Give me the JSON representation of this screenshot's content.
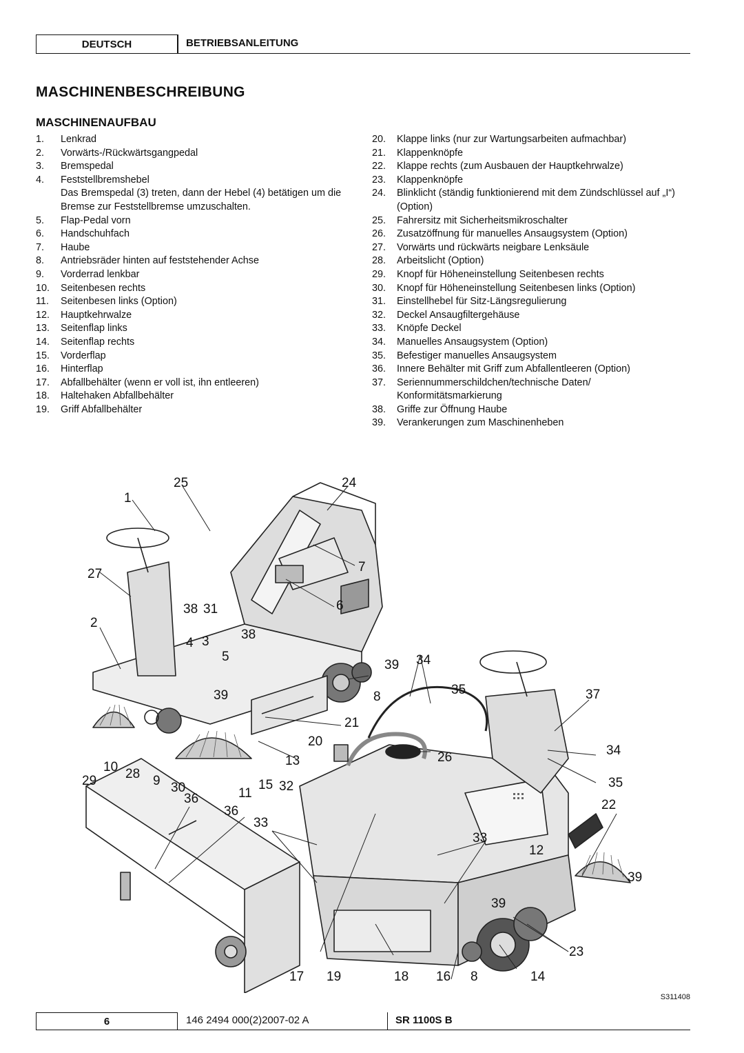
{
  "header": {
    "language": "DEUTSCH",
    "title": "BETRIEBSANLEITUNG"
  },
  "section_title": "MASCHINENBESCHREIBUNG",
  "subsection_title": "MASCHINENAUFBAU",
  "list_left": [
    {
      "n": "1.",
      "t": "Lenkrad"
    },
    {
      "n": "2.",
      "t": "Vorwärts-/Rückwärtsgangpedal"
    },
    {
      "n": "3.",
      "t": "Bremspedal"
    },
    {
      "n": "4.",
      "t": "Feststellbremshebel"
    },
    {
      "n": "",
      "t": "Das Bremspedal (3) treten, dann der Hebel (4) betätigen um die Bremse zur Feststellbremse umzuschalten."
    },
    {
      "n": "5.",
      "t": "Flap-Pedal vorn"
    },
    {
      "n": "6.",
      "t": "Handschuhfach"
    },
    {
      "n": "7.",
      "t": "Haube"
    },
    {
      "n": "8.",
      "t": "Antriebsräder hinten auf feststehender Achse"
    },
    {
      "n": "9.",
      "t": "Vorderrad lenkbar"
    },
    {
      "n": "10.",
      "t": "Seitenbesen rechts"
    },
    {
      "n": "11.",
      "t": "Seitenbesen links (Option)"
    },
    {
      "n": "12.",
      "t": "Hauptkehrwalze"
    },
    {
      "n": "13.",
      "t": "Seitenflap links"
    },
    {
      "n": "14.",
      "t": "Seitenflap rechts"
    },
    {
      "n": "15.",
      "t": "Vorderflap"
    },
    {
      "n": "16.",
      "t": "Hinterflap"
    },
    {
      "n": "17.",
      "t": "Abfallbehälter (wenn er voll ist, ihn entleeren)"
    },
    {
      "n": "18.",
      "t": "Haltehaken Abfallbehälter"
    },
    {
      "n": "19.",
      "t": "Griff Abfallbehälter"
    }
  ],
  "list_right": [
    {
      "n": "20.",
      "t": "Klappe links (nur zur Wartungsarbeiten aufmachbar)"
    },
    {
      "n": "21.",
      "t": "Klappenknöpfe"
    },
    {
      "n": "22.",
      "t": "Klappe rechts (zum Ausbauen der Hauptkehrwalze)"
    },
    {
      "n": "23.",
      "t": "Klappenknöpfe"
    },
    {
      "n": "24.",
      "t": "Blinklicht (ständig funktionierend mit dem Zündschlüssel auf „I“) (Option)"
    },
    {
      "n": "25.",
      "t": "Fahrersitz mit Sicherheitsmikroschalter"
    },
    {
      "n": "26.",
      "t": "Zusatzöffnung für manuelles Ansaugsystem (Option)"
    },
    {
      "n": "27.",
      "t": "Vorwärts und rückwärts neigbare Lenksäule"
    },
    {
      "n": "28.",
      "t": "Arbeitslicht (Option)"
    },
    {
      "n": "29.",
      "t": "Knopf für Höheneinstellung Seitenbesen rechts"
    },
    {
      "n": "30.",
      "t": "Knopf für Höheneinstellung Seitenbesen links (Option)"
    },
    {
      "n": "31.",
      "t": "Einstellhebel für Sitz-Längsregulierung"
    },
    {
      "n": "32.",
      "t": "Deckel Ansaugfiltergehäuse"
    },
    {
      "n": "33.",
      "t": "Knöpfe Deckel"
    },
    {
      "n": "34.",
      "t": "Manuelles Ansaugsystem (Option)"
    },
    {
      "n": "35.",
      "t": "Befestiger manuelles Ansaugsystem"
    },
    {
      "n": "36.",
      "t": "Innere Behälter mit Griff zum Abfallentleeren (Option)"
    },
    {
      "n": "37.",
      "t": "Seriennummerschildchen/technische Daten/ Konformitätsmarkierung"
    },
    {
      "n": "38.",
      "t": "Griffe zur Öffnung Haube"
    },
    {
      "n": "39.",
      "t": "Verankerungen zum Maschinenheben"
    }
  ],
  "callouts": {
    "c25": "25",
    "c24": "24",
    "c1": "1",
    "c27": "27",
    "c7": "7",
    "c38a": "38",
    "c31": "31",
    "c6": "6",
    "c2": "2",
    "c4": "4",
    "c3": "3",
    "c38b": "38",
    "c5": "5",
    "c39a": "39",
    "c34a": "34",
    "c39b": "39",
    "c8a": "8",
    "c35a": "35",
    "c37": "37",
    "c21": "21",
    "c20": "20",
    "c34b": "34",
    "c13": "13",
    "c26": "26",
    "c10": "10",
    "c28": "28",
    "c29": "29",
    "c9": "9",
    "c30": "30",
    "c11": "11",
    "c15": "15",
    "c32": "32",
    "c35b": "35",
    "c36a": "36",
    "c36b": "36",
    "c22": "22",
    "c33a": "33",
    "c33b": "33",
    "c12": "12",
    "c39c": "39",
    "c39d": "39",
    "c23": "23",
    "c17": "17",
    "c19": "19",
    "c18": "18",
    "c16": "16",
    "c8b": "8",
    "c14": "14"
  },
  "figure_code": "S311408",
  "footer": {
    "page": "6",
    "doc_number": "146 2494 000(2)2007-02 A",
    "model": "SR 1100S B"
  }
}
